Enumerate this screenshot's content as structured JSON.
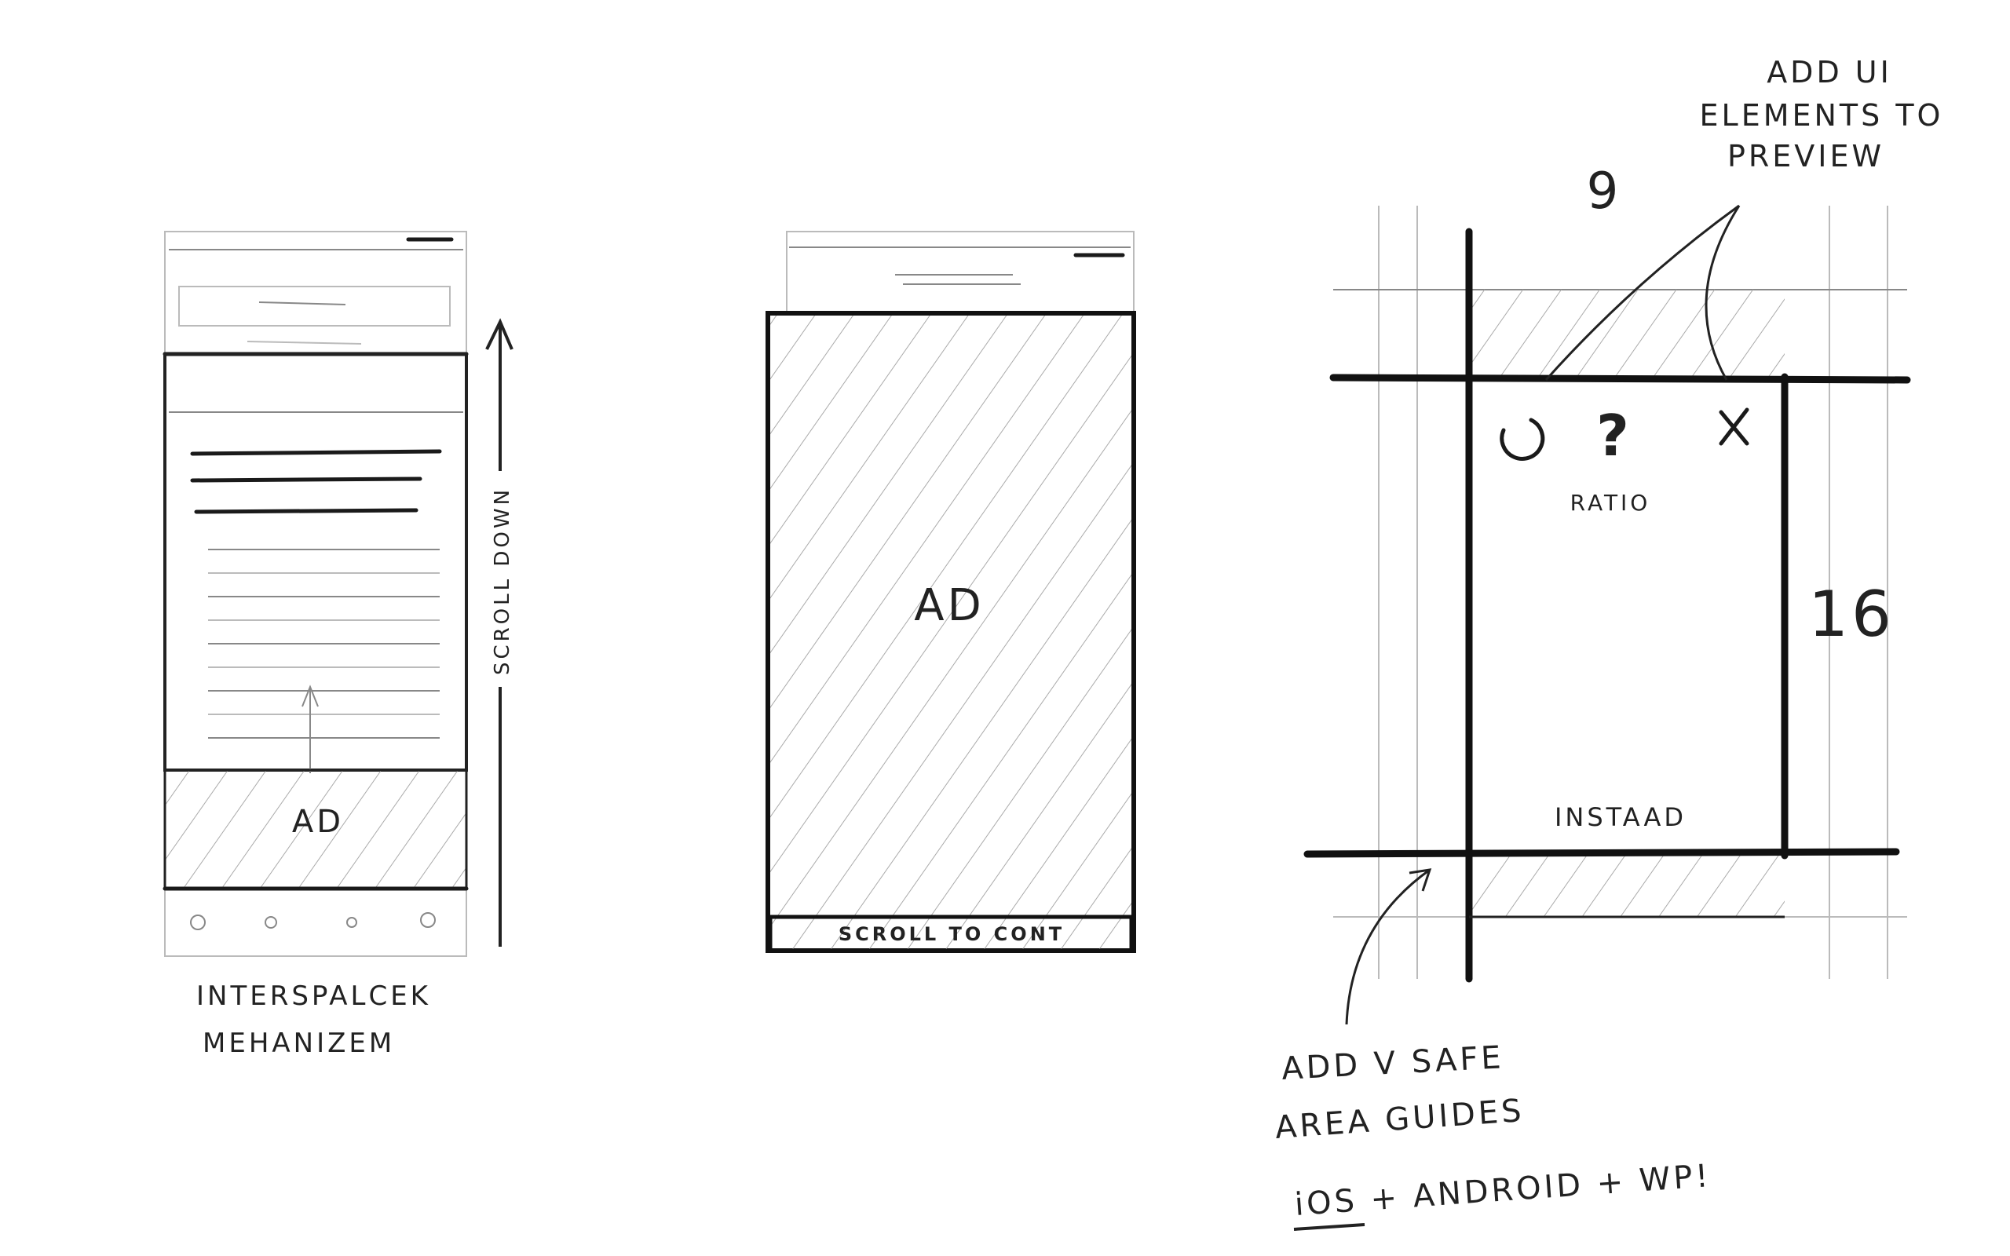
{
  "sketch_left": {
    "ad_label": "AD",
    "scroll_label": "SCROLL DOWN",
    "caption_line1": "INTERSPALCEK",
    "caption_line2": "MEHANIZEM"
  },
  "sketch_middle": {
    "ad_label": "AD",
    "scroll_bar_label": "SCROLL TO CONT"
  },
  "sketch_right": {
    "ratio_width": "9",
    "ratio_height": "16",
    "ratio_label": "RATIO",
    "brand_label": "INSTAAD",
    "icons": [
      "refresh-icon",
      "help-icon",
      "close-icon"
    ],
    "note_top": [
      "ADD UI",
      "ELEMENTS TO",
      "PREVIEW"
    ],
    "note_bottom": [
      "ADD V SAFE",
      "AREA GUIDES",
      "iOS + ANDROID + WP!"
    ]
  }
}
